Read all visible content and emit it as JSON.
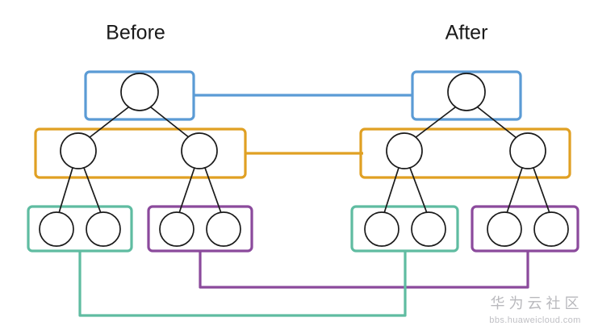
{
  "titles": {
    "before": "Before",
    "after": "After"
  },
  "colors": {
    "blue": "#5B9BD5",
    "orange": "#E0A023",
    "teal": "#5FBCA1",
    "purple": "#8B4A9C",
    "node_stroke": "#1a1a1a",
    "background": "#ffffff",
    "title_text": "#1a1a1a",
    "watermark": "#bfbfc4"
  },
  "watermark": {
    "cn": "华为云社区",
    "url": "bbs.huaweicloud.com"
  },
  "diagram": {
    "type": "tree-comparison",
    "description": "Two identical three-level binary trees labelled Before and After, with coloured grouping boxes around tree levels linked by matching coloured connectors.",
    "trees": [
      {
        "name": "before",
        "label": "Before",
        "levels": [
          {
            "depth": 0,
            "node_count": 1,
            "group_color": "blue"
          },
          {
            "depth": 1,
            "node_count": 2,
            "group_color": "orange"
          },
          {
            "depth": 2,
            "node_count": 4,
            "group_colors": [
              "teal",
              "purple"
            ]
          }
        ]
      },
      {
        "name": "after",
        "label": "After",
        "levels": [
          {
            "depth": 0,
            "node_count": 1,
            "group_color": "blue"
          },
          {
            "depth": 1,
            "node_count": 2,
            "group_color": "orange"
          },
          {
            "depth": 2,
            "node_count": 4,
            "group_colors": [
              "teal",
              "purple"
            ]
          }
        ]
      }
    ],
    "links": [
      {
        "name": "root-link",
        "color": "blue",
        "from": "before-root-group",
        "to": "after-root-group"
      },
      {
        "name": "level1-link",
        "color": "orange",
        "from": "before-level1-group",
        "to": "after-level1-group"
      },
      {
        "name": "leaf-left-link",
        "color": "teal",
        "from": "before-leaf-left-group",
        "to": "after-leaf-left-group"
      },
      {
        "name": "leaf-right-link",
        "color": "purple",
        "from": "before-leaf-right-group",
        "to": "after-leaf-right-group"
      }
    ]
  }
}
